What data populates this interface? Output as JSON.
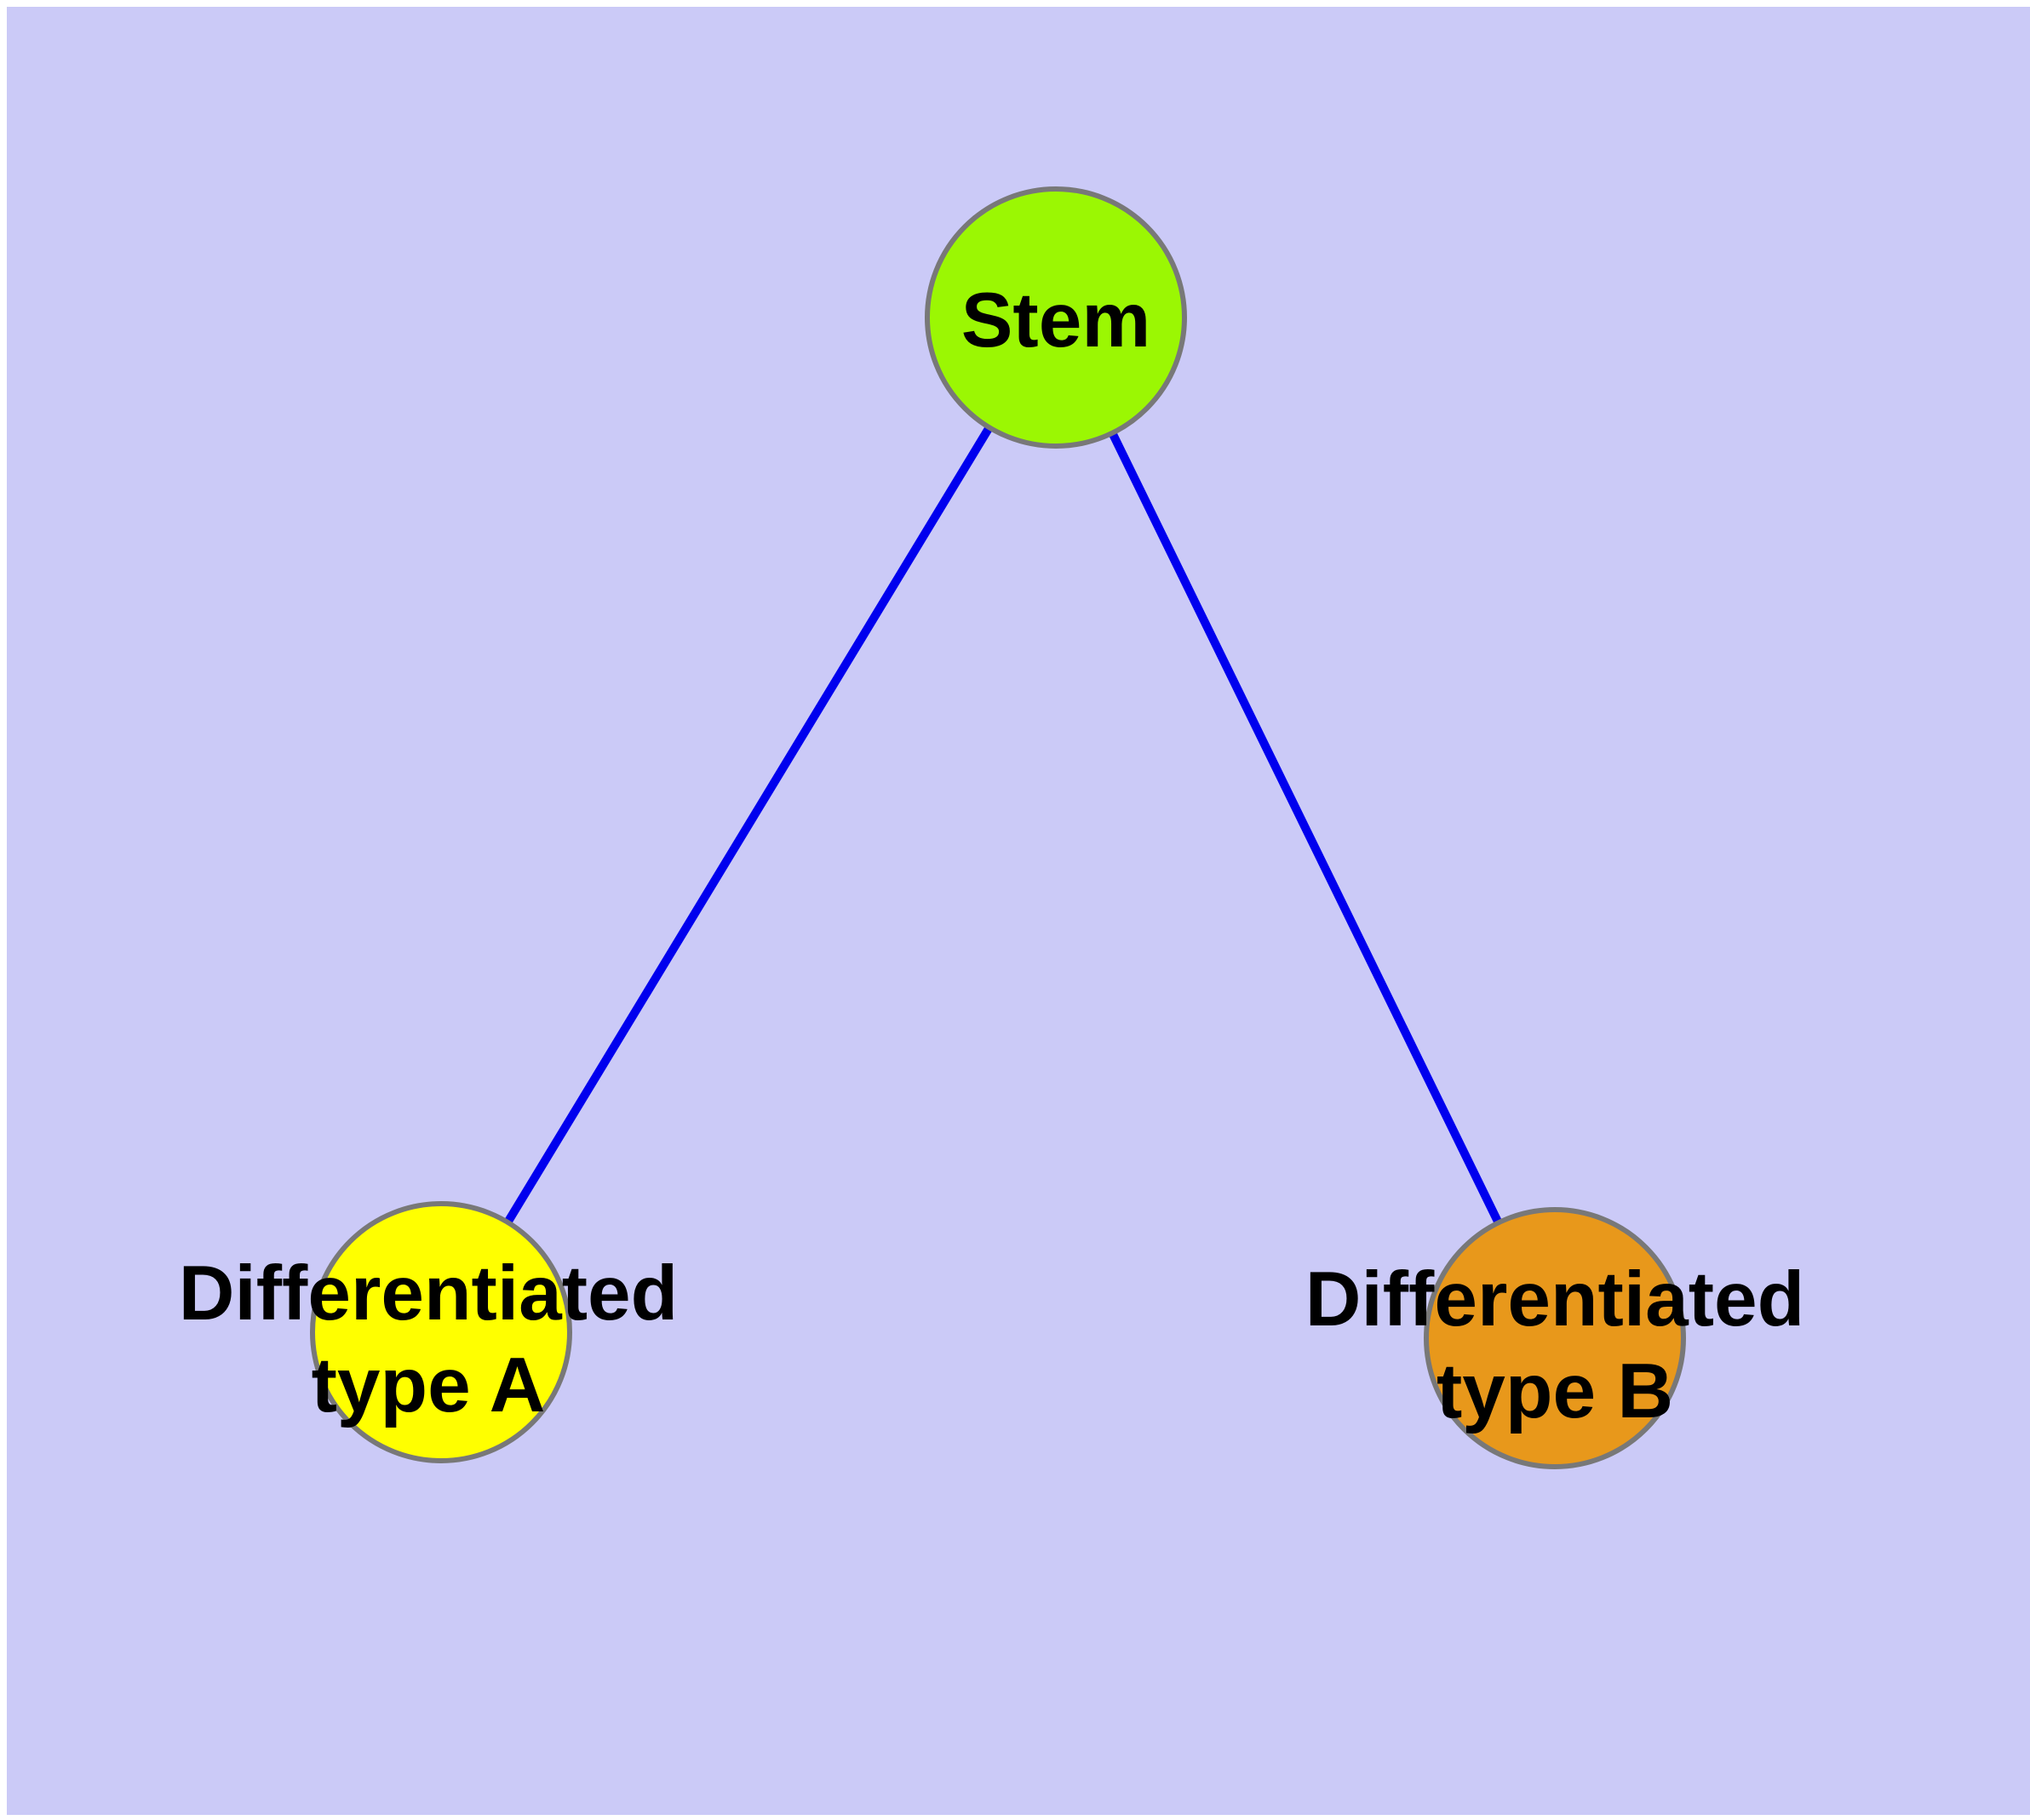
{
  "colors": {
    "background": "#CBCAF7",
    "page_border": "#FFFFFF",
    "edge": "#0000EE",
    "node_border": "#787878",
    "label_text": "#000000"
  },
  "nodes": {
    "stem": {
      "label": "Stem",
      "fill": "#9BF703"
    },
    "type_a": {
      "label_line1": "Differentiated",
      "label_line2": "type A",
      "fill": "#FFFF00"
    },
    "type_b": {
      "label_line1": "Differentiated",
      "label_line2": "type B",
      "fill": "#E8981B"
    }
  },
  "edges": [
    {
      "from": "stem",
      "to": "type_a"
    },
    {
      "from": "stem",
      "to": "type_b"
    }
  ]
}
